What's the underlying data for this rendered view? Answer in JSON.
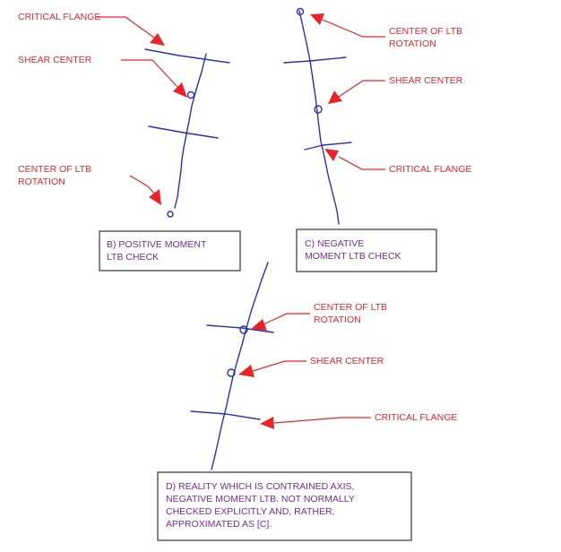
{
  "panel_b": {
    "critical_flange": "CRITICAL FLANGE",
    "shear_center": "SHEAR CENTER",
    "center_rotation_line1": "CENTER OF LTB",
    "center_rotation_line2": "ROTATION",
    "caption_line1": "B) POSITIVE MOMENT",
    "caption_line2": "LTB CHECK"
  },
  "panel_c": {
    "center_rotation_line1": "CENTER OF LTB",
    "center_rotation_line2": "ROTATION",
    "shear_center": "SHEAR CENTER",
    "critical_flange": "CRITICAL FLANGE",
    "caption_line1": "C) NEGATIVE",
    "caption_line2": "MOMENT LTB CHECK"
  },
  "panel_d": {
    "center_rotation_line1": "CENTER OF LTB",
    "center_rotation_line2": "ROTATION",
    "shear_center": "SHEAR CENTER",
    "critical_flange": "CRITICAL FLANGE",
    "caption_line1": "D) REALITY WHICH IS CONTRAINED AXIS,",
    "caption_line2": "NEGATIVE MOMENT LTB.  NOT NORMALLY",
    "caption_line3": "CHECKED EXPLICITLY AND, RATHER,",
    "caption_line4": "APPROXIMATED AS [C]."
  },
  "colors": {
    "label_red": "#e8242a",
    "caption_purple": "#7a2a96",
    "sketch_blue": "#2b2fb8",
    "box_border": "#333333"
  }
}
